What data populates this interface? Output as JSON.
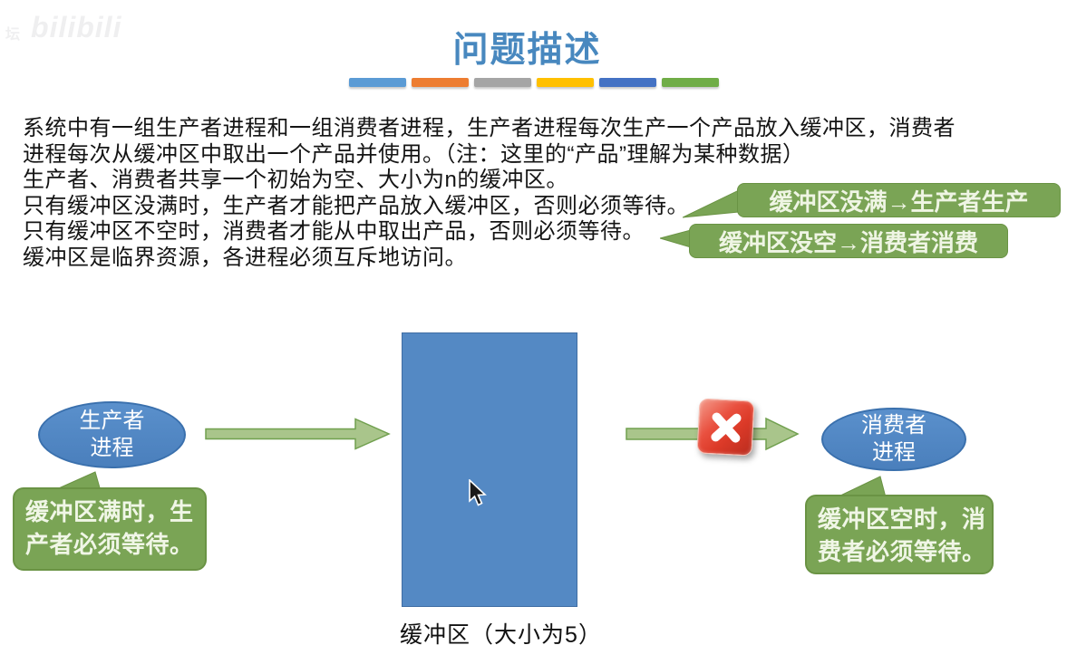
{
  "watermark": {
    "prefix": "坛",
    "logo": "bilibili"
  },
  "header": {
    "title": "问题描述",
    "divider_colors": [
      "#5B9BD5",
      "#ED7D31",
      "#A5A5A5",
      "#FFC000",
      "#4472C4",
      "#70AD47"
    ]
  },
  "description": {
    "lines": [
      "系统中有一组生产者进程和一组消费者进程，生产者进程每次生产一个产品放入缓冲区，消费者",
      "进程每次从缓冲区中取出一个产品并使用。（注：这里的“产品”理解为某种数据）",
      "生产者、消费者共享一个初始为空、大小为n的缓冲区。",
      "只有缓冲区没满时，生产者才能把产品放入缓冲区，否则必须等待。",
      "只有缓冲区不空时，消费者才能从中取出产品，否则必须等待。",
      "缓冲区是临界资源，各进程必须互斥地访问。"
    ]
  },
  "rules": {
    "producer": "缓冲区没满→生产者生产",
    "consumer": "缓冲区没空→消费者消费"
  },
  "diagram": {
    "producer": {
      "line1": "生产者",
      "line2": "进程"
    },
    "consumer": {
      "line1": "消费者",
      "line2": "进程"
    },
    "producer_wait": {
      "line1": "缓冲区满时，生",
      "line2": "产者必须等待。"
    },
    "consumer_wait": {
      "line1": "缓冲区空时，消",
      "line2": "费者必须等待。"
    },
    "buffer_caption": "缓冲区（大小为5）",
    "blocked_icon": "red-x-blocked",
    "cursor": "mouse-arrow-cursor"
  },
  "colors": {
    "title_blue": "#4888BF",
    "callout_green": "#7AA455",
    "shape_blue": "#5489C4",
    "arrow_green_fill": "#A9C58B",
    "arrow_green_border": "#71A04F",
    "blocked_red": "#DC3A28"
  }
}
